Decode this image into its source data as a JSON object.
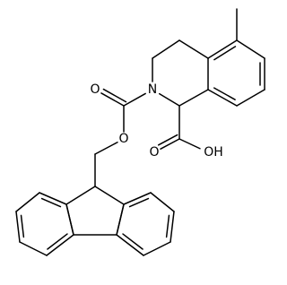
{
  "molecule": {
    "atom_labels": {
      "nitrogen": "N",
      "carbonyl_oxygen": "O",
      "ester_oxygen": "O",
      "acid_carbonyl_oxygen": "O",
      "hydroxyl": "OH"
    }
  },
  "colors": {
    "bond": "#000000",
    "label": "#000000",
    "background": "#ffffff"
  }
}
